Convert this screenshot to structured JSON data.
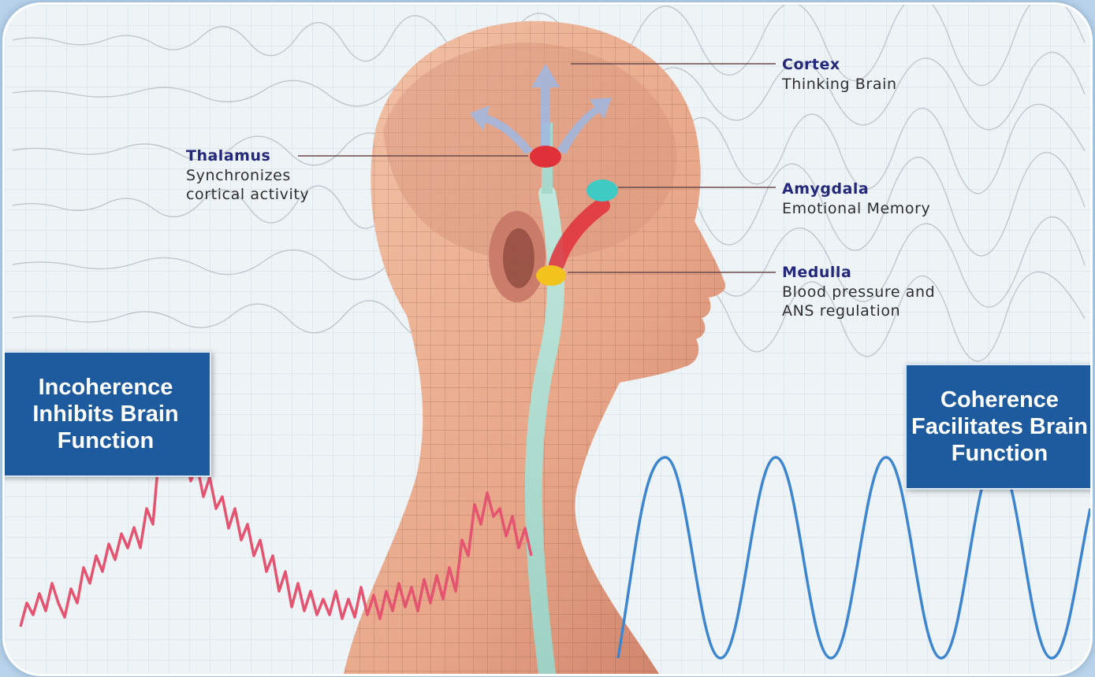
{
  "structures": [
    {
      "name": "Cortex",
      "desc": "Thinking Brain"
    },
    {
      "name": "Thalamus",
      "desc": "Synchronizes\ncortical activity"
    },
    {
      "name": "Amygdala",
      "desc": "Emotional Memory"
    },
    {
      "name": "Medulla",
      "desc": "Blood pressure and\nANS regulation"
    }
  ],
  "callouts": {
    "left": "Incoherence\nInhibits Brain\nFunction",
    "right": "Coherence\nFacilitates Brain\nFunction"
  },
  "colors": {
    "incoherent_wave": "#e4536f",
    "coherent_wave": "#3d86cf",
    "thalamus_node": "#e0303a",
    "amygdala_node": "#3fcbc4",
    "medulla_node": "#f2c21d",
    "callout_bg": "#1d5a9e"
  }
}
